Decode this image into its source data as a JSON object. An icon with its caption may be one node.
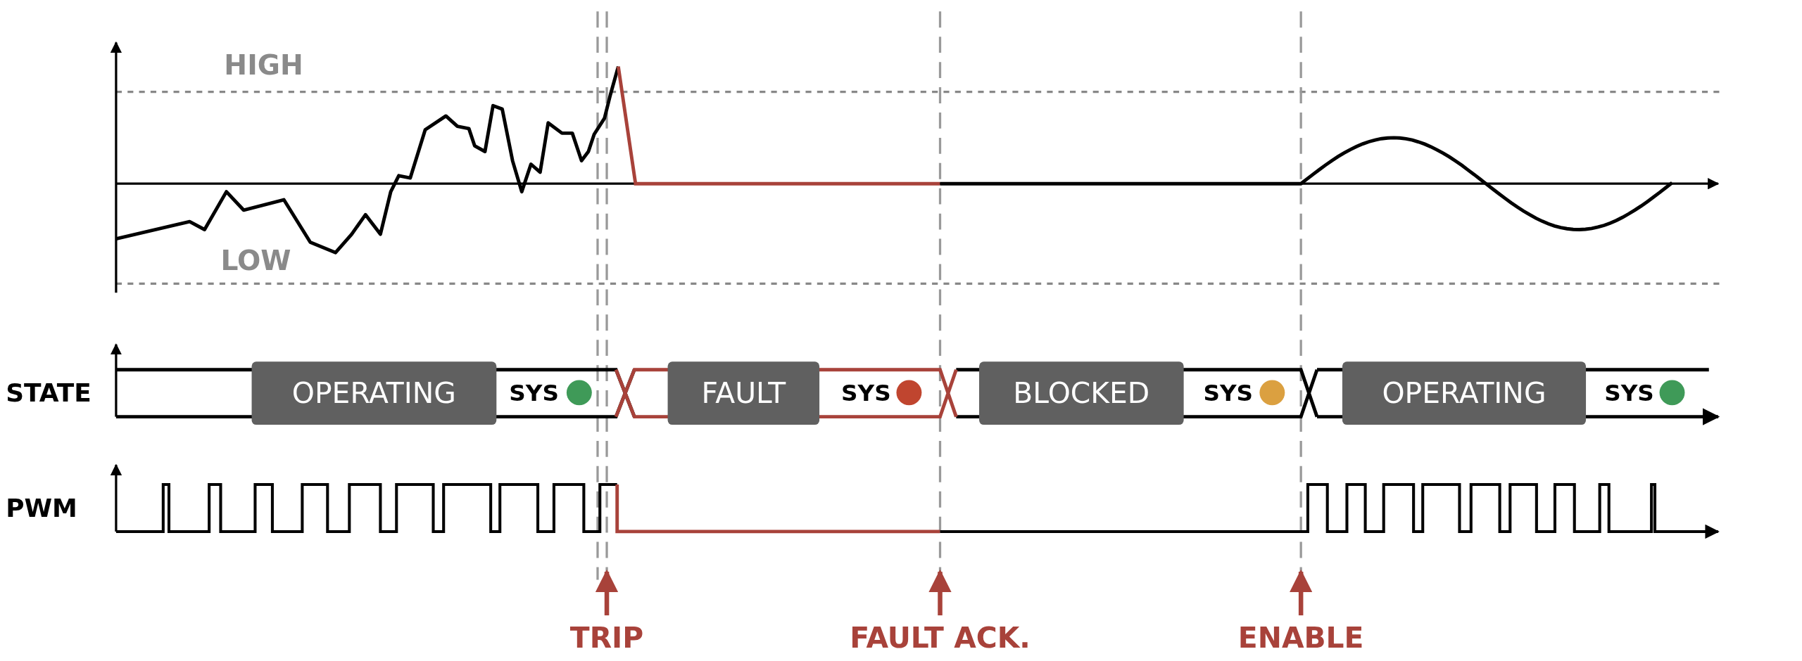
{
  "diagram": {
    "nodes": [
      {
        "text": [
          "OPERATING"
        ]
      },
      {
        "text": [
          "FAULT"
        ]
      },
      {
        "text": [
          "BLOCKED"
        ]
      },
      {
        "text": [
          "OPERATING"
        ]
      },
      {
        "text": [
          "TRIP"
        ]
      },
      {
        "text": [
          "FAULT ACK."
        ]
      },
      {
        "text": [
          "ENABLE"
        ]
      }
    ],
    "edges": [
      {
        "from": 4,
        "to": null,
        "arrow": "to"
      },
      {
        "from": 5,
        "to": null,
        "arrow": "to"
      },
      {
        "from": 6,
        "to": null,
        "arrow": "to"
      }
    ],
    "labels": [
      "HIGH",
      "LOW",
      "STATE",
      "PWM",
      "SYS",
      "SYS",
      "SYS",
      "SYS"
    ]
  }
}
